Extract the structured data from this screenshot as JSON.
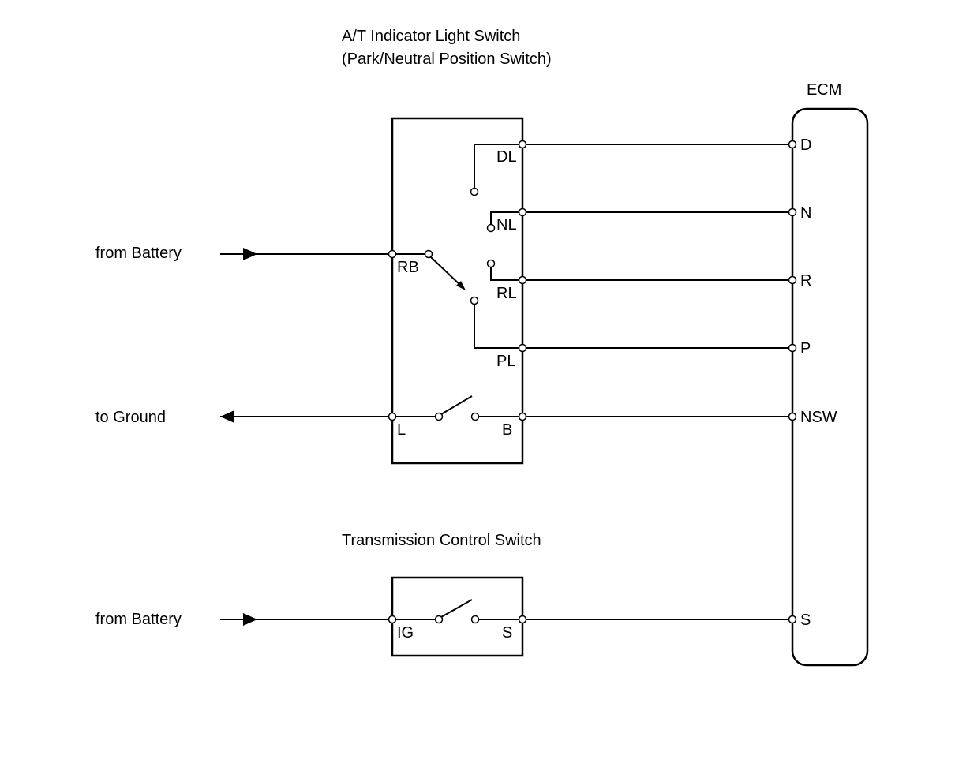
{
  "titles": {
    "indicator_switch_line1": "A/T Indicator Light Switch",
    "indicator_switch_line2": "(Park/Neutral Position Switch)",
    "ecm": "ECM",
    "transmission_switch": "Transmission Control Switch"
  },
  "external": {
    "from_battery_top": "from Battery",
    "to_ground": "to Ground",
    "from_battery_bottom": "from Battery"
  },
  "indicator_switch_terminals": {
    "dl": "DL",
    "nl": "NL",
    "rl": "RL",
    "pl": "PL",
    "rb": "RB",
    "l": "L",
    "b": "B"
  },
  "transmission_switch_terminals": {
    "ig": "IG",
    "s": "S"
  },
  "ecm_terminals": {
    "d": "D",
    "n": "N",
    "r": "R",
    "p": "P",
    "nsw": "NSW",
    "s": "S"
  }
}
